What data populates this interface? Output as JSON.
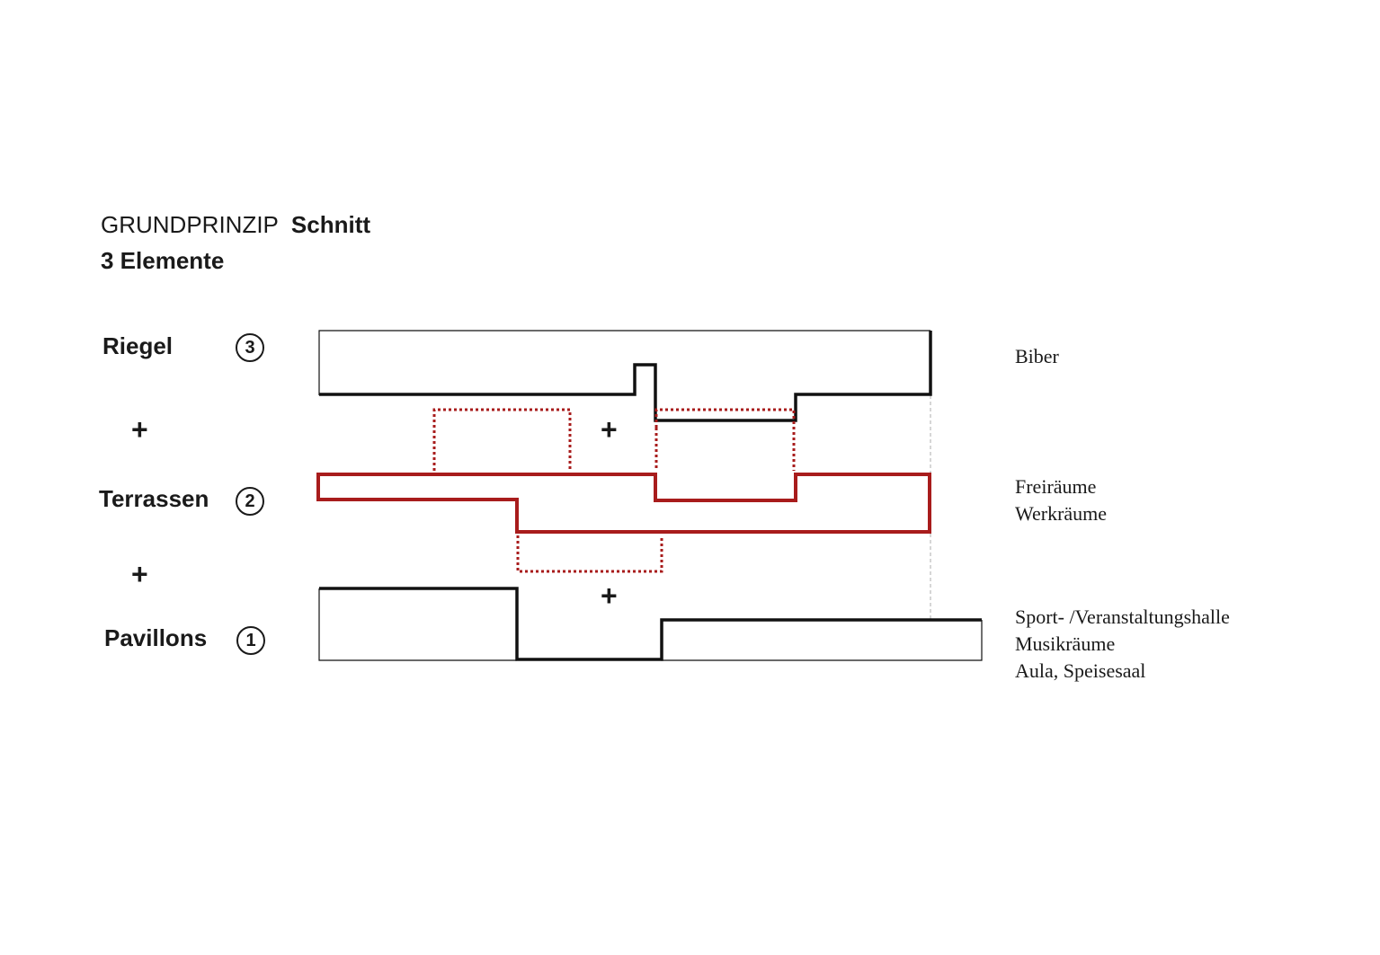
{
  "title": {
    "main": "GRUNDPRINZIP",
    "sub": "Schnitt",
    "line2": "3 Elemente"
  },
  "elements": [
    {
      "label": "Riegel",
      "number": "3",
      "description": [
        "Biber"
      ]
    },
    {
      "label": "Terrassen",
      "number": "2",
      "description": [
        "Freiräume",
        "Werkräume"
      ]
    },
    {
      "label": "Pavillons",
      "number": "1",
      "description": [
        "Sport- /Veranstaltungshalle",
        "Musikräume",
        "Aula, Speisesaal"
      ]
    }
  ],
  "plus_sign": "+",
  "colors": {
    "black": "#111111",
    "red": "#a81c1c",
    "grey": "#bbbbbb"
  }
}
